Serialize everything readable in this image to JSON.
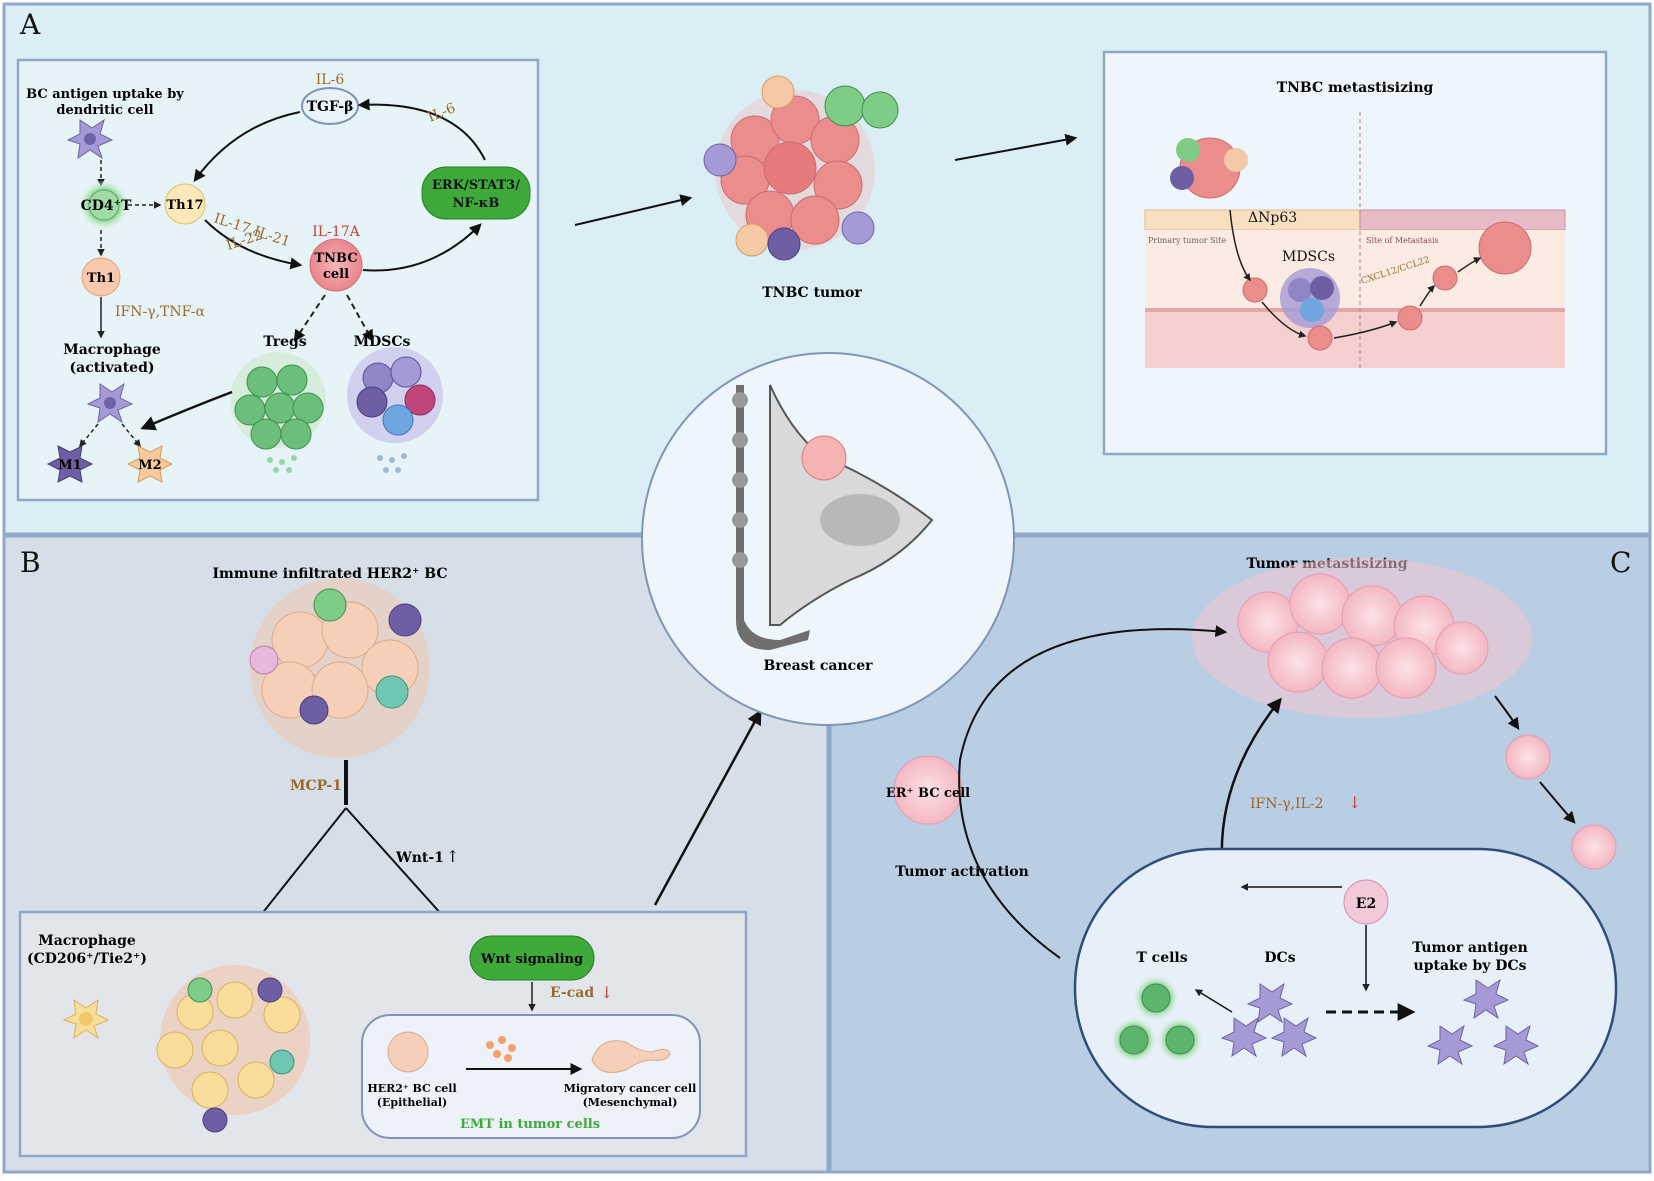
{
  "panelA": {
    "letter": "A",
    "inset": {
      "bc_uptake_line1": "BC antigen uptake by",
      "bc_uptake_line2": "dendritic cell",
      "il6_top": "IL-6",
      "tgfb": "TGF-β",
      "il6_arrow": "IL-6",
      "cd4": "CD4⁺T",
      "th17": "Th17",
      "erk_line1": "ERK/STAT3/",
      "erk_line2": "NF-κB",
      "il17_line1": "IL-17,IL-21",
      "il17_line2": "IL-22",
      "il17a": "IL-17A",
      "tnbc_cell_line1": "TNBC",
      "tnbc_cell_line2": "cell",
      "th1": "Th1",
      "ifn_tnf": "IFN-γ,TNF-α",
      "macrophage_line1": "Macrophage",
      "macrophage_line2": "(activated)",
      "tregs": "Tregs",
      "mdscs": "MDSCs",
      "m1": "M1",
      "m2": "M2"
    },
    "tnbc_tumor": "TNBC tumor",
    "metastasis": {
      "title": "TNBC metastisizing",
      "dnp63": "ΔNp63",
      "mdscs": "MDSCs",
      "cxcl": "CXCL12/CCL22",
      "primary_site": "Primary tumor Site",
      "site_metastasis": "Site of Metastasis"
    }
  },
  "center": {
    "label": "Breast cancer"
  },
  "panelB": {
    "letter": "B",
    "title": "Immune infiltrated HER2⁺ BC",
    "mcp1": "MCP-1",
    "wnt1": "Wnt-1",
    "up_arrow": "↑",
    "macrophage_line1": "Macrophage",
    "macrophage_line2": "(CD206⁺/Tie2⁺)",
    "wnt_signaling": "Wnt signaling",
    "ecad": "E-cad",
    "down_arrow": "↓",
    "her2_cell_line1": "HER2⁺ BC  cell",
    "her2_cell_line2": "(Epithelial)",
    "migratory_line1": "Migratory cancer cell",
    "migratory_line2": "(Mesenchymal)",
    "emt": "EMT in tumor cells"
  },
  "panelC": {
    "letter": "C",
    "title": "Tumor metastisizing",
    "er_cell": "ER⁺ BC cell",
    "tumor_activation": "Tumor activation",
    "ifn_il2": "IFN-γ,IL-2",
    "down_arrow": "↓",
    "e2": "E2",
    "t_cells": "T cells",
    "dcs": "DCs",
    "uptake_line1": "Tumor antigen",
    "uptake_line2": "uptake by DCs"
  },
  "colors": {
    "panelA_bg": "#dbeef5",
    "panelB_bg": "#d6dfe8",
    "panelC_bg": "#b9cde3",
    "tumor_pink": "#f19aa0",
    "cell_orange": "#f5c9a6",
    "dc_purple": "#8f86c6",
    "treg_green": "#5bb56d",
    "signal_green": "#3daa3a",
    "label_brown": "#9a6a2a"
  }
}
